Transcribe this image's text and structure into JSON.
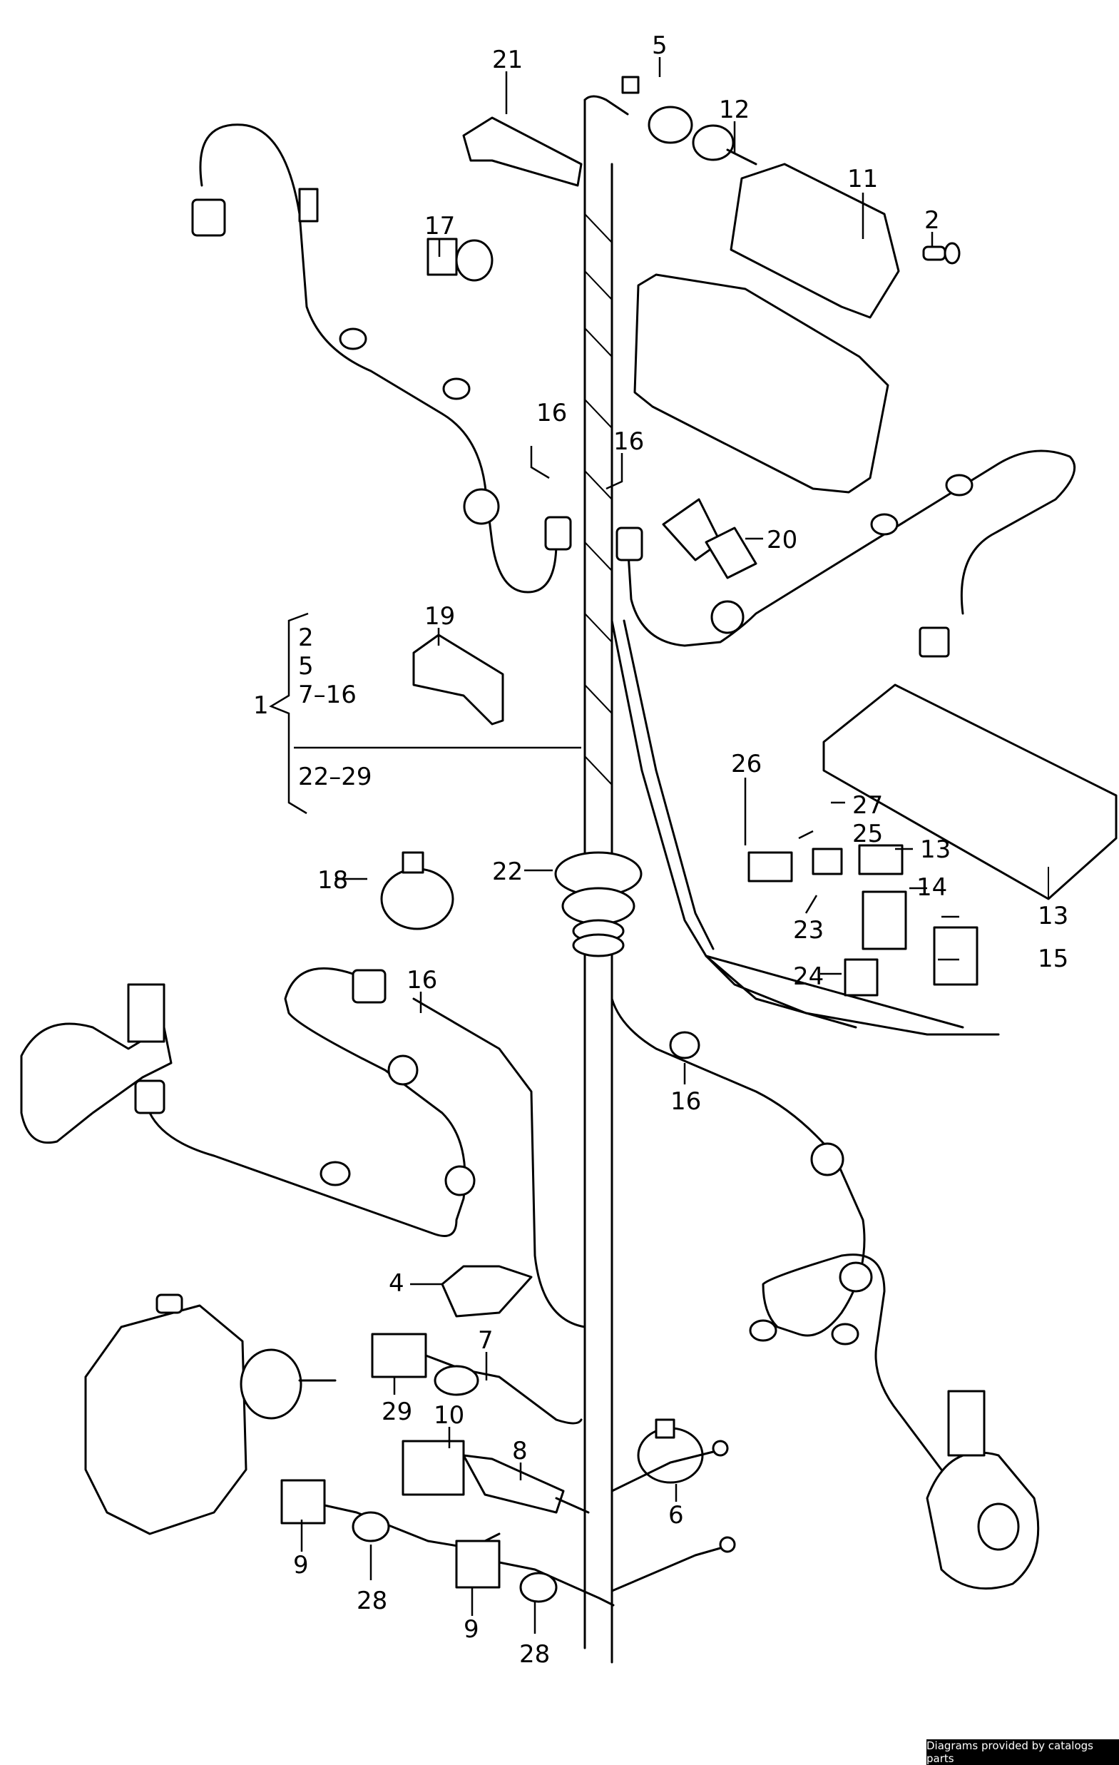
{
  "diagram": {
    "title": "Wiring harness for ABS exploded parts diagram",
    "callouts": [
      {
        "id": "c1",
        "text": "1"
      },
      {
        "id": "c2a",
        "text": "2"
      },
      {
        "id": "c5a",
        "text": "5"
      },
      {
        "id": "c7_16",
        "text": "7–16"
      },
      {
        "id": "c22_29",
        "text": "22–29"
      },
      {
        "id": "c2",
        "text": "2"
      },
      {
        "id": "c4",
        "text": "4"
      },
      {
        "id": "c5",
        "text": "5"
      },
      {
        "id": "c6",
        "text": "6"
      },
      {
        "id": "c7",
        "text": "7"
      },
      {
        "id": "c8",
        "text": "8"
      },
      {
        "id": "c9a",
        "text": "9"
      },
      {
        "id": "c9b",
        "text": "9"
      },
      {
        "id": "c10",
        "text": "10"
      },
      {
        "id": "c11",
        "text": "11"
      },
      {
        "id": "c12",
        "text": "12"
      },
      {
        "id": "c13a",
        "text": "13"
      },
      {
        "id": "c13b",
        "text": "13"
      },
      {
        "id": "c14",
        "text": "14"
      },
      {
        "id": "c15",
        "text": "15"
      },
      {
        "id": "c16a",
        "text": "16"
      },
      {
        "id": "c16b",
        "text": "16"
      },
      {
        "id": "c16c",
        "text": "16"
      },
      {
        "id": "c16d",
        "text": "16"
      },
      {
        "id": "c17",
        "text": "17"
      },
      {
        "id": "c18",
        "text": "18"
      },
      {
        "id": "c19",
        "text": "19"
      },
      {
        "id": "c20",
        "text": "20"
      },
      {
        "id": "c21",
        "text": "21"
      },
      {
        "id": "c22",
        "text": "22"
      },
      {
        "id": "c23",
        "text": "23"
      },
      {
        "id": "c24",
        "text": "24"
      },
      {
        "id": "c25",
        "text": "25"
      },
      {
        "id": "c26",
        "text": "26"
      },
      {
        "id": "c27",
        "text": "27"
      },
      {
        "id": "c28a",
        "text": "28"
      },
      {
        "id": "c28b",
        "text": "28"
      },
      {
        "id": "c29",
        "text": "29"
      }
    ]
  },
  "watermark": "Diagrams provided by catalogs parts"
}
